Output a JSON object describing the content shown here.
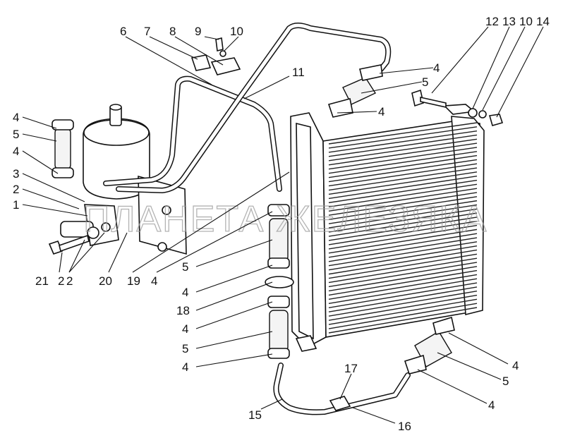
{
  "watermark": "ПЛАНЕТА ЖЕЛЕЗЯКА",
  "callouts": {
    "c1": "1",
    "c2a": "2",
    "c2b": "2",
    "c2c": "2",
    "c3": "3",
    "c4_left_top": "4",
    "c4_left_mid": "4",
    "c5_left": "5",
    "c6": "6",
    "c7": "7",
    "c8": "8",
    "c9": "9",
    "c10_top": "10",
    "c11": "11",
    "c4_top_hose_a": "4",
    "c5_top_hose": "5",
    "c4_top_hose_b": "4",
    "c12": "12",
    "c13": "13",
    "c10_right": "10",
    "c14": "14",
    "c21": "21",
    "c20": "20",
    "c19": "19",
    "c4_mid_a": "4",
    "c5_mid_a": "5",
    "c4_mid_b": "4",
    "c18": "18",
    "c4_mid_c": "4",
    "c5_mid_b": "5",
    "c4_mid_d": "4",
    "c17": "17",
    "c15": "15",
    "c16": "16",
    "c4_right_a": "4",
    "c5_right": "5",
    "c4_right_b": "4"
  }
}
